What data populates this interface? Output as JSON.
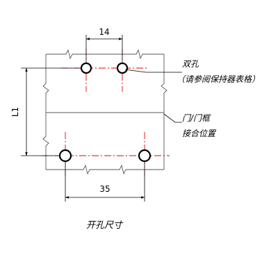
{
  "dimensions": {
    "hole_spacing_top": "14",
    "vertical_spacing": "L1",
    "hole_spacing_bottom": "35"
  },
  "callouts": {
    "double_hole_line1": "双孔",
    "double_hole_line2": "（请参阅保持器表格）",
    "door_frame_line1": "门/门框",
    "door_frame_line2": "接合位置"
  },
  "caption": "开孔尺寸",
  "colors": {
    "centerline": "#e00000",
    "outline": "#555555",
    "ink": "#000000"
  }
}
